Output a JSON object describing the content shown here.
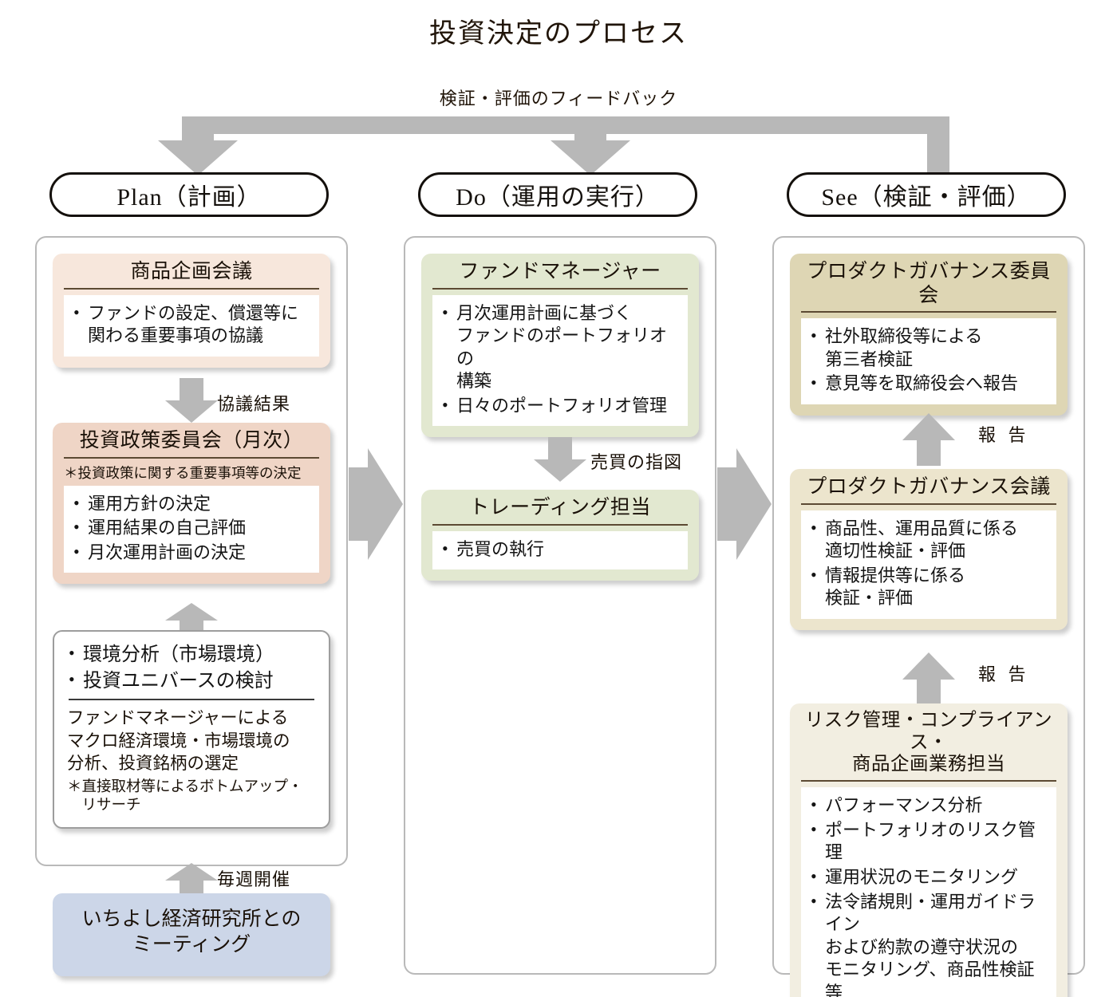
{
  "title": "投資決定のプロセス",
  "feedback": {
    "label": "検証・評価のフィードバック",
    "arrow_color": "#b8b8b8"
  },
  "phases": [
    {
      "id": "plan",
      "label": "Plan（計画）"
    },
    {
      "id": "do",
      "label": "Do（運用の実行）"
    },
    {
      "id": "see",
      "label": "See（検証・評価）"
    }
  ],
  "plan": {
    "product_planning_meeting": {
      "title": "商品企画会議",
      "fill": "#f7e7dc",
      "bullets": [
        "ファンドの設定、償還等に\n関わる重要事項の協議"
      ]
    },
    "arrow_label_kyogi": "協議結果",
    "investment_policy_committee": {
      "title": "投資政策委員会（月次）",
      "subnote": "＊投資政策に関する重要事項等の決定",
      "fill": "#efd5c6",
      "bullets": [
        "運用方針の決定",
        "運用結果の自己評価",
        "月次運用計画の決定"
      ]
    },
    "analysis": {
      "fill": "#ffffff",
      "bullets": [
        "環境分析（市場環境）",
        "投資ユニバースの検討"
      ],
      "detail": "ファンドマネージャーによる\nマクロ経済環境・市場環境の\n分析、投資銘柄の選定",
      "note": "＊直接取材等によるボトムアップ・\n　リサーチ"
    },
    "arrow_label_weekly": "毎週開催",
    "ichiyoshi_meeting": {
      "label": "いちよし経済研究所との\nミーティング",
      "fill": "#ccd6e8"
    }
  },
  "do": {
    "fund_manager": {
      "title": "ファンドマネージャー",
      "fill": "#e2e8d0",
      "bullets": [
        "月次運用計画に基づく\nファンドのポートフォリオの\n構築",
        "日々のポートフォリオ管理"
      ]
    },
    "arrow_label_order": "売買の指図",
    "trading": {
      "title": "トレーディング担当",
      "fill": "#e2e8d0",
      "bullets": [
        "売買の執行"
      ]
    }
  },
  "see": {
    "product_governance_committee": {
      "title": "プロダクトガバナンス委員会",
      "fill": "#ded6b4",
      "bullets": [
        "社外取締役等による\n第三者検証",
        "意見等を取締役会へ報告"
      ]
    },
    "arrow_label_report_upper": "報 告",
    "product_governance_meeting": {
      "title": "プロダクトガバナンス会議",
      "fill": "#ece5cd",
      "bullets": [
        "商品性、運用品質に係る\n適切性検証・評価",
        "情報提供等に係る\n検証・評価"
      ]
    },
    "arrow_label_report_lower": "報 告",
    "risk_management": {
      "title": "リスク管理・コンプライアンス・\n商品企画業務担当",
      "fill": "#f2eee1",
      "bullets": [
        "パフォーマンス分析",
        "ポートフォリオのリスク管理",
        "運用状況のモニタリング",
        "法令諸規則・運用ガイドライン\nおよび約款の遵守状況の\nモニタリング、商品性検証 等"
      ]
    }
  }
}
